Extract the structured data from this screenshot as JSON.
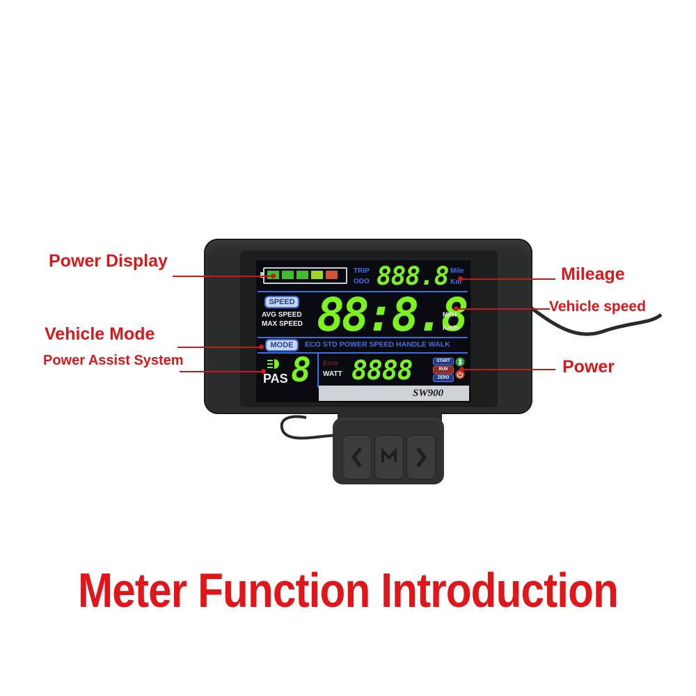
{
  "callouts": {
    "power_display": "Power Display",
    "vehicle_mode": "Vehicle Mode",
    "power_assist": "Power Assist System",
    "mileage": "Mileage",
    "vehicle_speed": "Vehicle speed",
    "power": "Power"
  },
  "title": "Meter Function Introduction",
  "display": {
    "brand": "SW900",
    "trip": "TRIP",
    "odo": "ODO",
    "odo_digits": "888.8",
    "mile": "Mile",
    "km": "Km",
    "speed_badge": "SPEED",
    "avg_speed": "AVG SPEED",
    "max_speed": "MAX SPEED",
    "speed_digits": "88:8.8",
    "mph": "MPH",
    "kmh": "Km/h",
    "mode_badge": "MODE",
    "modes": [
      "ECO",
      "STD",
      "POWER",
      "SPEED",
      "HANDLE",
      "WALK"
    ],
    "pas": "PAS",
    "pas_digit": "8",
    "error": "Error",
    "watt": "WATT",
    "watt_digits": "8888",
    "tags": [
      "START",
      "RUN",
      "ZERO"
    ],
    "battery_colors": [
      "#3fbf2a",
      "#3fbf2a",
      "#3fbf2a",
      "#9fd62a",
      "#d2553a"
    ]
  }
}
